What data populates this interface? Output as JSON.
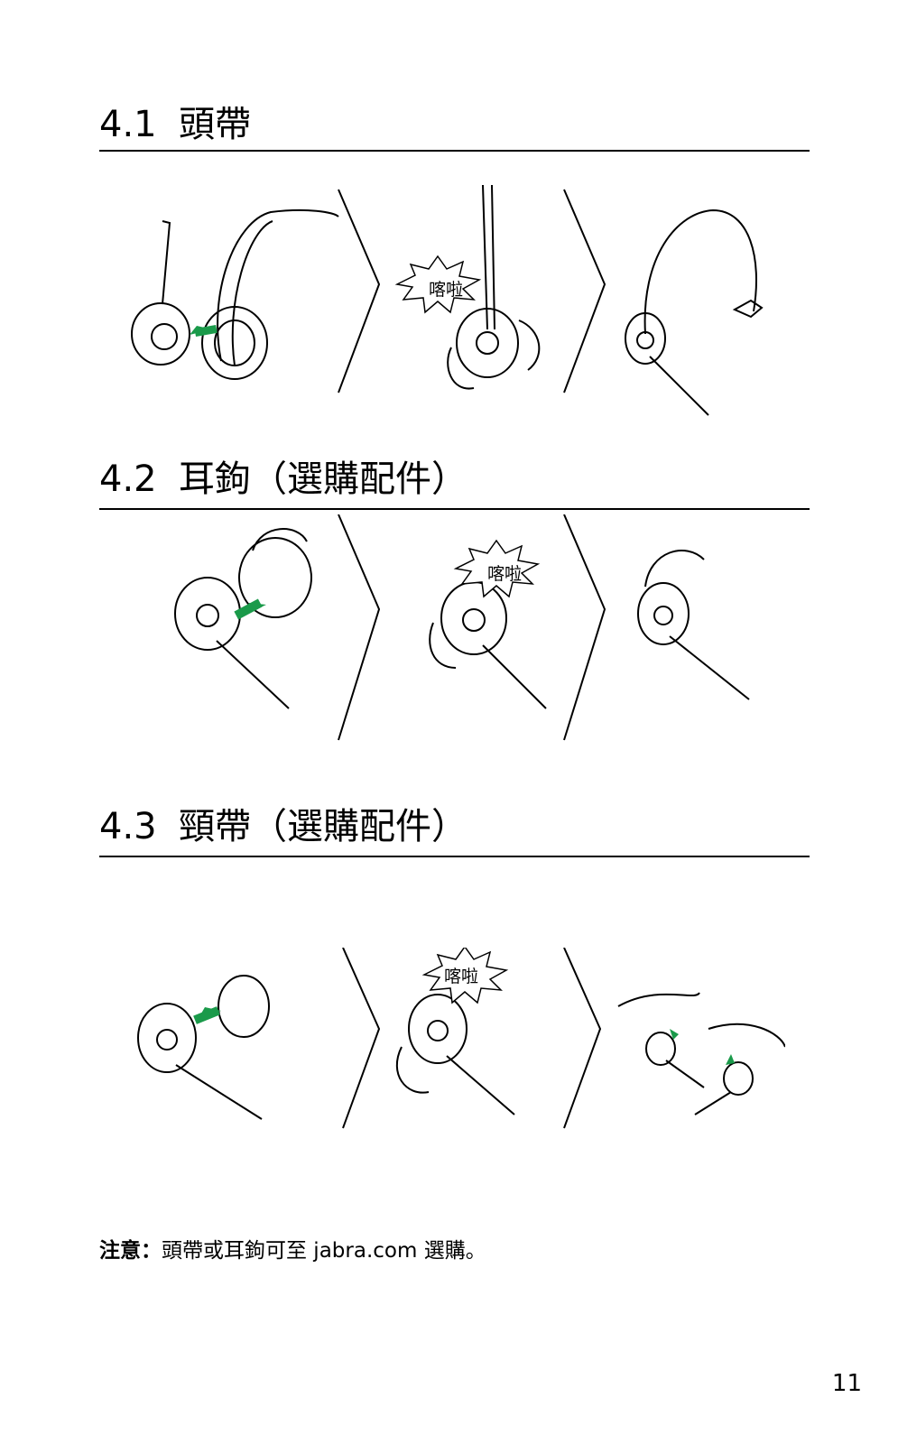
{
  "sections": [
    {
      "number": "4.1",
      "title": "頭帶"
    },
    {
      "number": "4.2",
      "title": "耳鉤（選購配件）"
    },
    {
      "number": "4.3",
      "title": "頸帶（選購配件）"
    }
  ],
  "callouts": {
    "click": "喀啦"
  },
  "note": {
    "label": "注意：",
    "text": "頭帶或耳鉤可至 jabra.com 選購。"
  },
  "page_number": "11",
  "colors": {
    "arrow": "#1a9a4a",
    "line": "#000000",
    "background": "#ffffff"
  }
}
